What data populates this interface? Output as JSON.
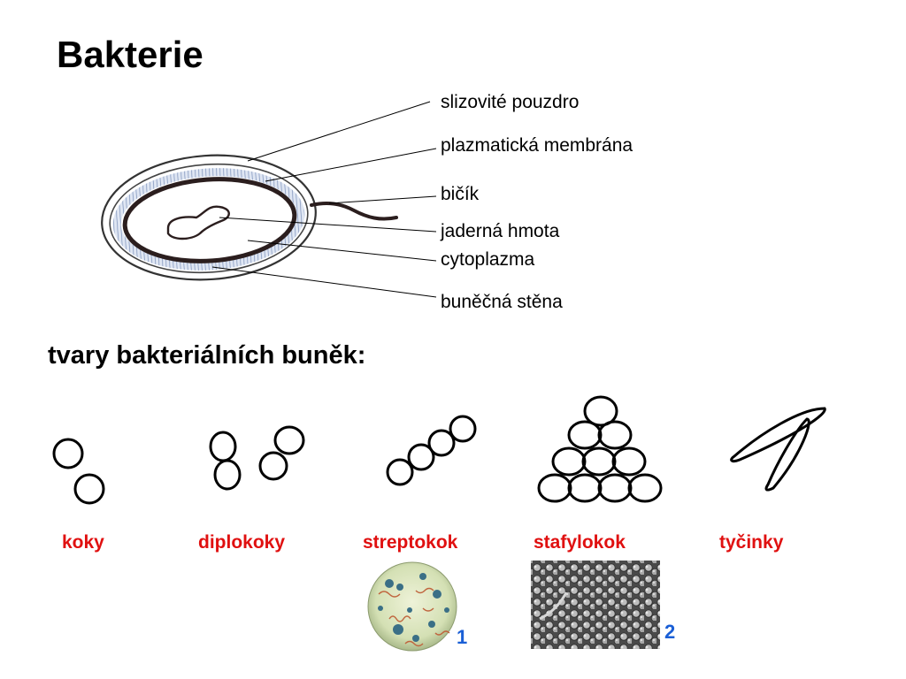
{
  "title": "Bakterie",
  "cell_labels": [
    {
      "key": "capsule",
      "text": "slizovité pouzdro"
    },
    {
      "key": "membrane",
      "text": "plazmatická membrána"
    },
    {
      "key": "flagellum",
      "text": "bičík"
    },
    {
      "key": "nucleoid",
      "text": "jaderná hmota"
    },
    {
      "key": "cytoplasm",
      "text": "cytoplazma"
    },
    {
      "key": "cellwall",
      "text": "buněčná stěna"
    }
  ],
  "shapes_title": "tvary bakteriálních buněk:",
  "shapes": [
    {
      "key": "koky",
      "text": "koky"
    },
    {
      "key": "diplokoky",
      "text": "diplokoky"
    },
    {
      "key": "streptokok",
      "text": "streptokok"
    },
    {
      "key": "stafylokok",
      "text": "stafylokok"
    },
    {
      "key": "tycinky",
      "text": "tyčinky"
    }
  ],
  "photo_numbers": [
    "1",
    "2"
  ],
  "colors": {
    "shape_name": "#e01010",
    "photo_number": "#1a5fd6"
  }
}
